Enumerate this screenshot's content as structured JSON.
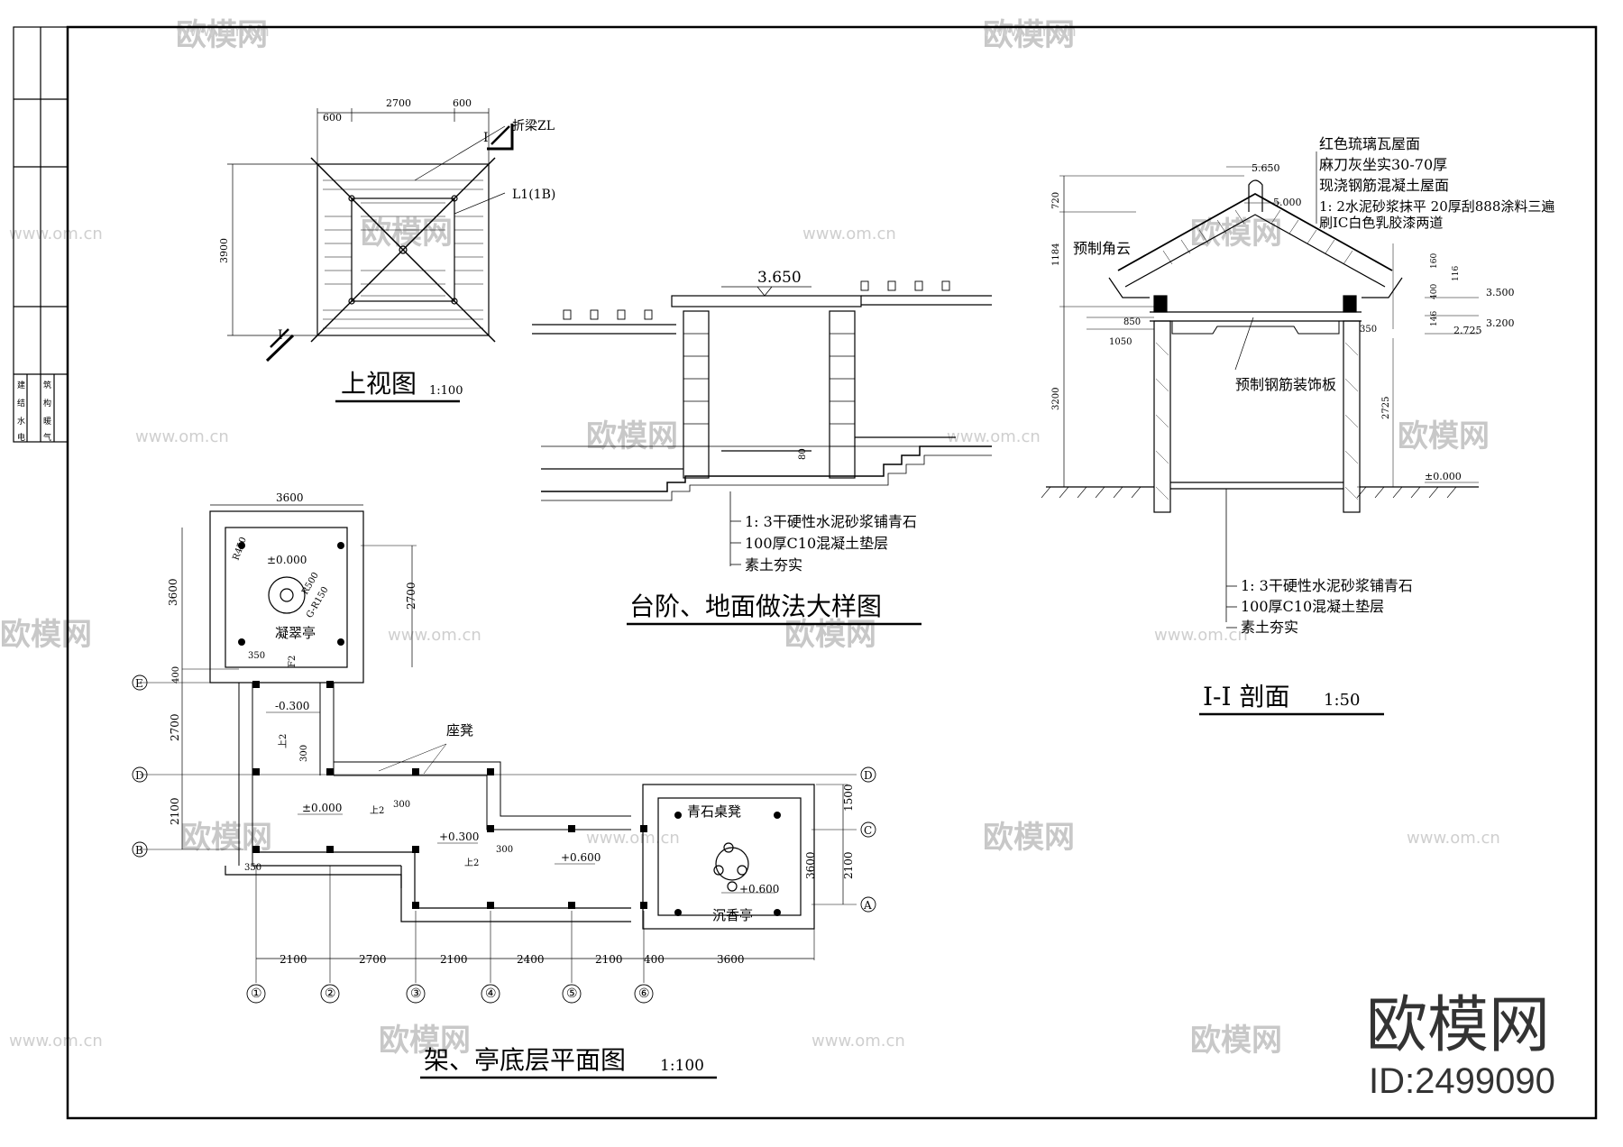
{
  "top_view": {
    "title": "上视图",
    "scale": "1:100",
    "dims": [
      "600",
      "2700",
      "600",
      "3900"
    ],
    "labels": {
      "beam": "折梁ZL",
      "l1": "L1(1B)",
      "sec_a": "I",
      "sec_b": "I"
    }
  },
  "step_detail": {
    "title": "台阶、地面做法大样图",
    "elev": "3.650",
    "dim": "80",
    "layers": [
      "1: 3干硬性水泥砂浆铺青石",
      "100厚C10混凝土垫层",
      "素土夯实"
    ]
  },
  "section": {
    "title": "I-I 剖面",
    "scale": "1:50",
    "roof_notes": [
      "红色琉璃瓦屋面",
      "麻刀灰坐实30-70厚",
      "现浇钢筋混凝土屋面",
      "1: 2水泥砂浆抹平 20厚刮888涂料三遍",
      "刷IC白色乳胶漆两道"
    ],
    "labels": {
      "corner": "预制角云",
      "board": "预制钢筋装饰板"
    },
    "elevs": [
      "5.650",
      "5.000",
      "3.500",
      "3.200",
      "2.725",
      "±0.000"
    ],
    "dims": [
      "720",
      "1184",
      "3200",
      "850",
      "1050",
      "160",
      "116",
      "400",
      "146",
      "2725",
      "350"
    ],
    "layers": [
      "1: 3干硬性水泥砂浆铺青石",
      "100厚C10混凝土垫层",
      "素土夯实"
    ]
  },
  "plan": {
    "title": "架、亭底层平面图",
    "scale": "1:100",
    "pavilion1": {
      "name": "凝翠亭",
      "elev": "±0.000",
      "r1": "R500",
      "r2": "G-R150",
      "r3": "R450",
      "dim_w": "3600",
      "dim_h": "3600",
      "dim_r": "2700"
    },
    "pavilion2": {
      "name": "沉香亭",
      "elev": "+0.600",
      "table": "青石桌凳"
    },
    "bench": "座凳",
    "elevs": [
      "-0.300",
      "±0.000",
      "+0.300",
      "+0.600"
    ],
    "small": [
      "350",
      "F2",
      "300",
      "300",
      "300",
      "350",
      "上2",
      "上2",
      "上2"
    ],
    "axis_x": [
      "①",
      "②",
      "③",
      "④",
      "⑤",
      "⑥"
    ],
    "axis_y": [
      "E",
      "D",
      "B",
      "D",
      "C",
      "A"
    ],
    "dims_bottom": [
      "2100",
      "2700",
      "2100",
      "2400",
      "2100",
      "400",
      "3600"
    ],
    "dims_left": [
      "400",
      "2700",
      "2100"
    ],
    "dims_right": [
      "1500",
      "2100",
      "3600"
    ]
  },
  "title_block": {
    "col_a": [
      "建",
      "结",
      "水",
      "电"
    ],
    "col_b": [
      "筑",
      "构",
      "暖",
      "气"
    ]
  },
  "brand": {
    "name": "欧模网",
    "id": "ID:2499090",
    "url": "www.om.cn"
  }
}
